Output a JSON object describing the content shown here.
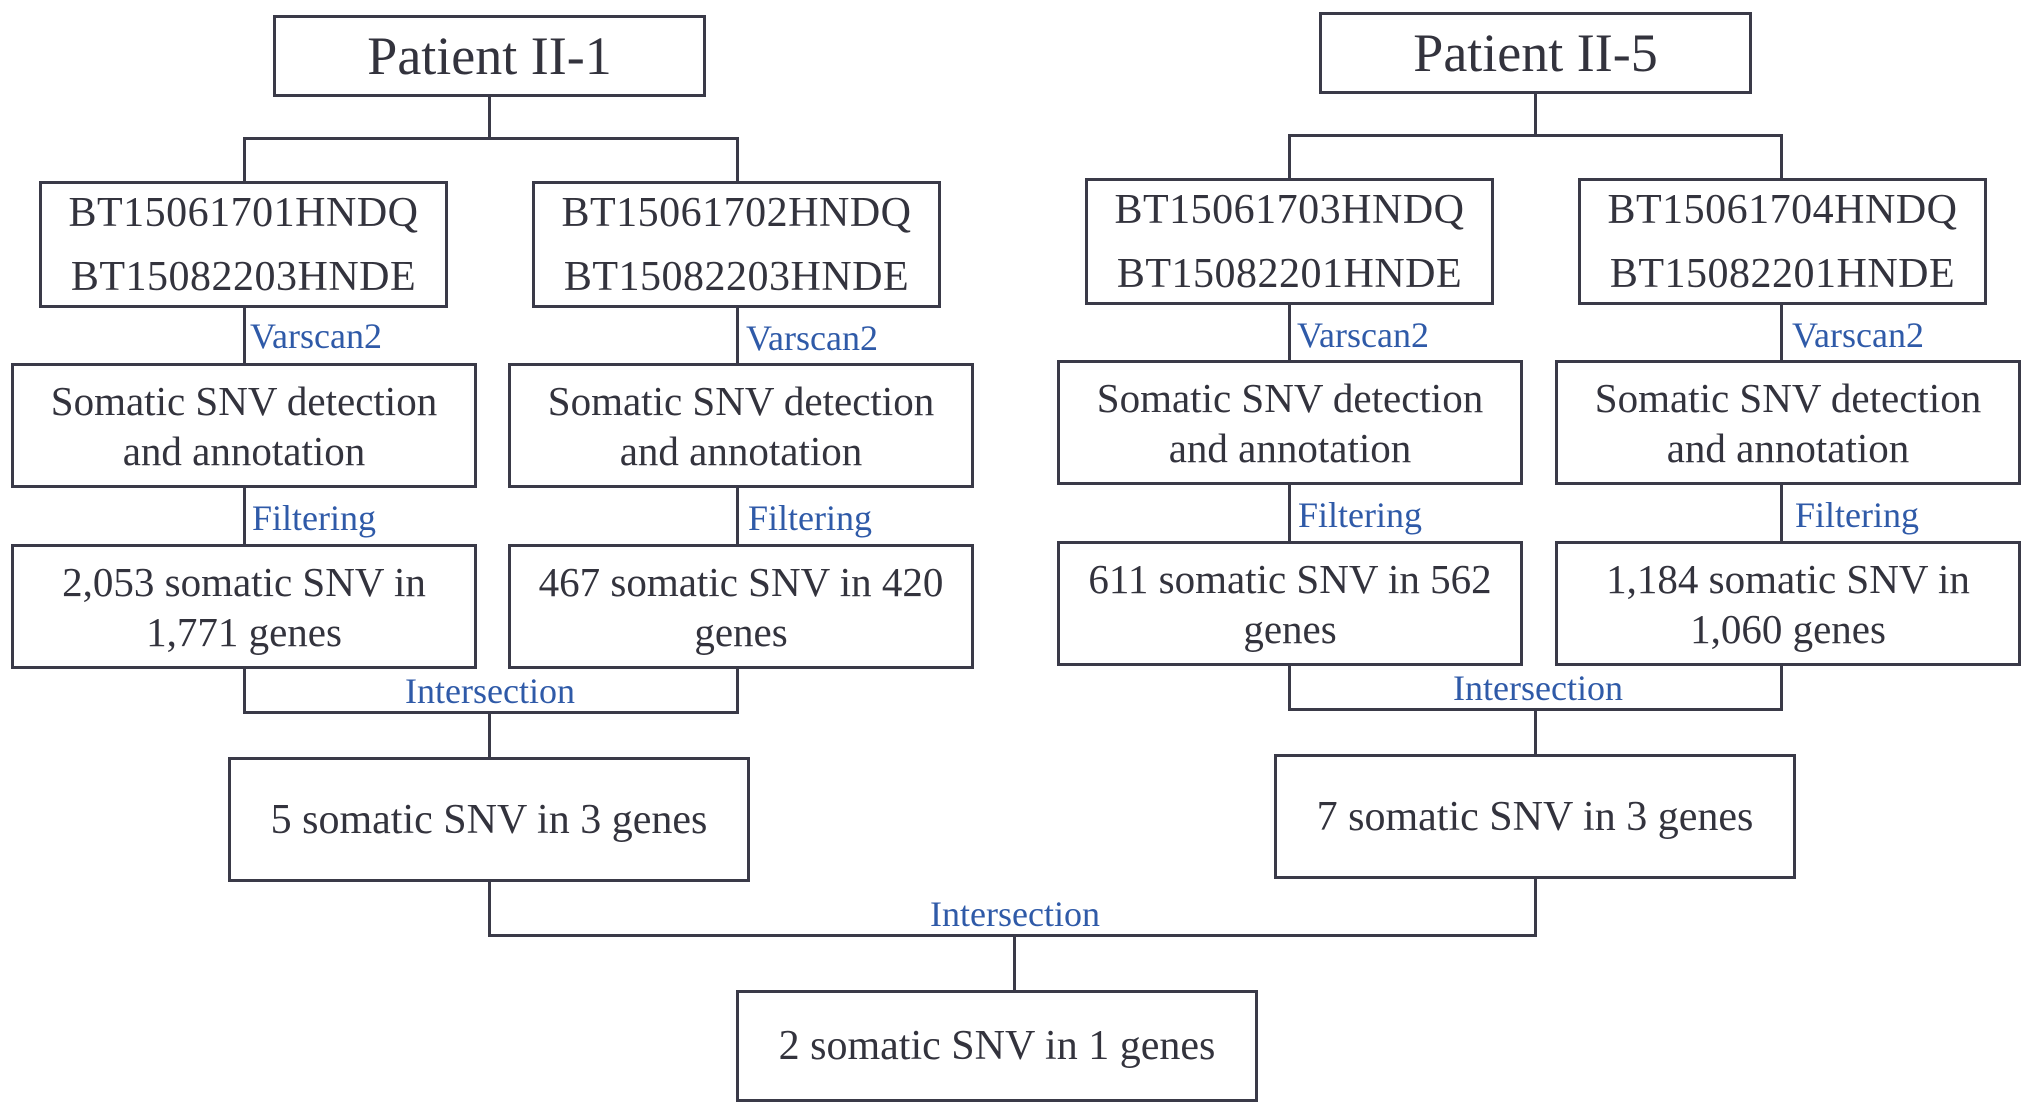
{
  "patients": [
    {
      "title": "Patient II-1",
      "samples": [
        {
          "lines": [
            "BT15061701HNDQ",
            "BT15082203HNDE"
          ],
          "tool": "Varscan2",
          "process": [
            "Somatic SNV detection",
            "and annotation"
          ],
          "filter": "Filtering",
          "count": [
            "2,053 somatic SNV in",
            "1,771 genes"
          ]
        },
        {
          "lines": [
            "BT15061702HNDQ",
            "BT15082203HNDE"
          ],
          "tool": "Varscan2",
          "process": [
            "Somatic SNV detection",
            "and annotation"
          ],
          "filter": "Filtering",
          "count": [
            "467 somatic SNV in 420",
            "genes"
          ]
        }
      ],
      "intersection": "Intersection",
      "result": "5 somatic SNV in 3 genes"
    },
    {
      "title": "Patient II-5",
      "samples": [
        {
          "lines": [
            "BT15061703HNDQ",
            "BT15082201HNDE"
          ],
          "tool": "Varscan2",
          "process": [
            "Somatic SNV detection",
            "and annotation"
          ],
          "filter": "Filtering",
          "count": [
            "611 somatic SNV in 562",
            "genes"
          ]
        },
        {
          "lines": [
            "BT15061704HNDQ",
            "BT15082201HNDE"
          ],
          "tool": "Varscan2",
          "process": [
            "Somatic SNV detection",
            "and annotation"
          ],
          "filter": "Filtering",
          "count": [
            "1,184 somatic SNV in",
            "1,060 genes"
          ]
        }
      ],
      "intersection": "Intersection",
      "result": "7 somatic SNV in 3 genes"
    }
  ],
  "final": {
    "intersection": "Intersection",
    "result": "2 somatic SNV in 1 genes"
  },
  "colors": {
    "box_border": "#3a3a48",
    "text": "#33333d",
    "step_label": "#2f5aa8"
  }
}
